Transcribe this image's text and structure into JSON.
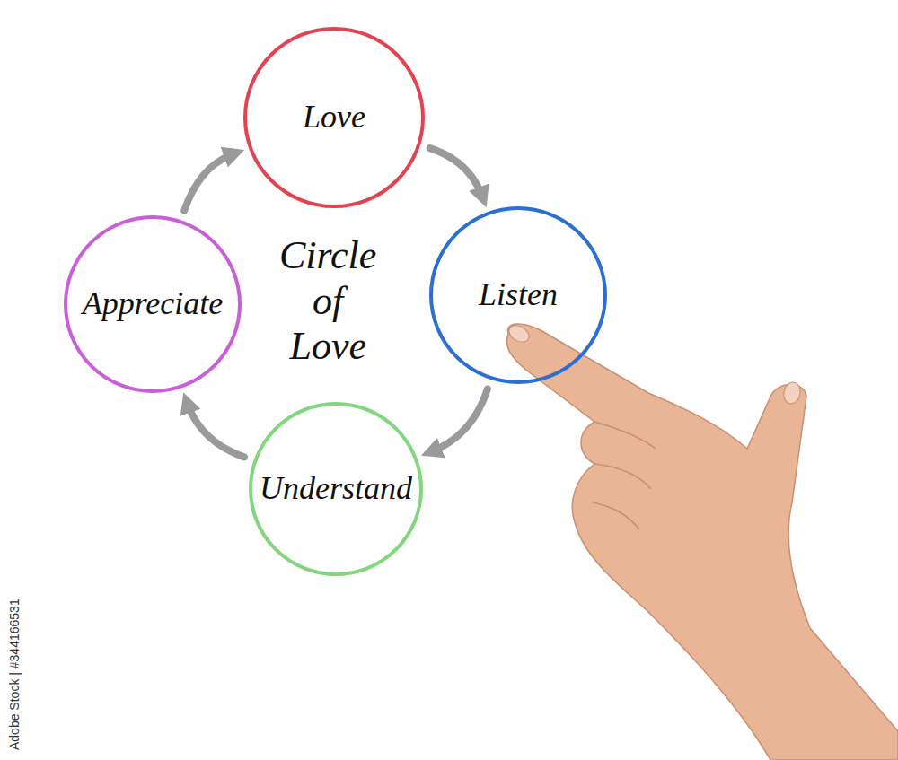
{
  "diagram": {
    "title": "Circle of Love",
    "nodes": [
      {
        "text": [
          "Love"
        ]
      },
      {
        "text": [
          "Listen"
        ]
      },
      {
        "text": [
          "Understand"
        ]
      },
      {
        "text": [
          "Appreciate"
        ]
      }
    ],
    "edges": [
      {
        "from": 0,
        "to": 1,
        "arrow": "to"
      },
      {
        "from": 1,
        "to": 2,
        "arrow": "to"
      },
      {
        "from": 2,
        "to": 3,
        "arrow": "to"
      },
      {
        "from": 3,
        "to": 0,
        "arrow": "to"
      }
    ],
    "labels": [
      "Adobe Stock | #344166531"
    ]
  }
}
